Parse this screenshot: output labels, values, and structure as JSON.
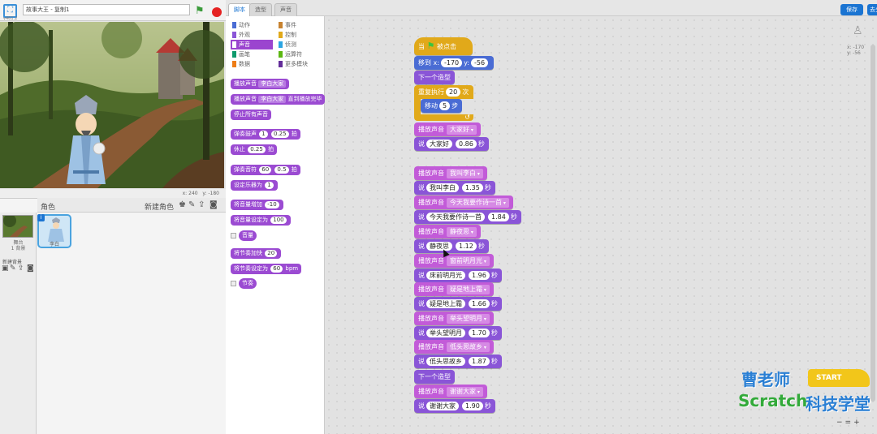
{
  "header": {
    "version": "v461.2",
    "project_title": "故事大王 - 复制1"
  },
  "tabs": [
    "脚本",
    "造型",
    "声音"
  ],
  "buttons": {
    "save": "保存",
    "share": "去分"
  },
  "stage": {
    "coords_x_label": "x:",
    "coords_x": "240",
    "coords_y_label": "y:",
    "coords_y": "-180"
  },
  "sprites": {
    "header": "角色",
    "new_sprite": "新建角色",
    "stage_label": "舞台",
    "stage_backdrops": "1 背景",
    "new_backdrop": "新建背景",
    "sprite_name": "李白"
  },
  "categories": [
    {
      "label": "动作",
      "color": "#4a6cd4"
    },
    {
      "label": "事件",
      "color": "#c88330"
    },
    {
      "label": "外观",
      "color": "#8a55d7"
    },
    {
      "label": "控制",
      "color": "#e1a91a"
    },
    {
      "label": "声音",
      "color": "#c25bd8"
    },
    {
      "label": "侦测",
      "color": "#2ca5e2"
    },
    {
      "label": "画笔",
      "color": "#0e9a6c"
    },
    {
      "label": "运算符",
      "color": "#5cb712"
    },
    {
      "label": "数据",
      "color": "#ee7d16"
    },
    {
      "label": "更多模块",
      "color": "#632d99"
    }
  ],
  "palette": {
    "play_sound": "播放声音",
    "play_sound_until": "播放声音",
    "sound_name": "李白大家",
    "until_done": "直到播放完毕",
    "stop_all": "停止所有声音",
    "play_drum": "弹奏鼓声",
    "drum": "1",
    "drum_beats": "0.25",
    "beats": "拍",
    "rest": "休止",
    "rest_beats": "0.25",
    "rest_unit": "拍",
    "play_note": "弹奏音符",
    "note": "60",
    "note_beats": "0.5",
    "note_unit": "拍",
    "set_instrument": "设定乐器为",
    "instrument": "1",
    "change_volume": "将音量增加",
    "volume_delta": "-10",
    "set_volume": "将音量设定为",
    "volume_value": "100",
    "volume_reporter": "音量",
    "change_tempo": "将节奏加快",
    "tempo_delta": "20",
    "set_tempo": "将节奏设定为",
    "tempo_value": "60",
    "tempo_unit": "bpm",
    "tempo_reporter": "节奏"
  },
  "script": {
    "hat_when": "当",
    "hat_clicked": "被点击",
    "goto_label": "移到 x:",
    "goto_x": "-170",
    "goto_y_label": "y:",
    "goto_y": "-56",
    "next_costume": "下一个造型",
    "repeat_label": "重复执行",
    "repeat_count": "20",
    "repeat_unit": "次",
    "move_label": "移动",
    "move_steps": "5",
    "move_unit": "步",
    "play_sound_label": "播放声音",
    "say_label": "说",
    "secs": "秒",
    "lines": [
      {
        "sound": "大家好",
        "text": "大家好",
        "secs": "0.86"
      },
      {
        "sound": "我叫李白",
        "text": "我叫李白",
        "secs": "1.35"
      },
      {
        "sound": "今天我要作诗一首",
        "text": "今天我要作诗一首",
        "secs": "1.84"
      },
      {
        "sound": "静夜思",
        "text": "静夜思",
        "secs": "1.12"
      },
      {
        "sound": "窗前明月光",
        "text": "床前明月光",
        "secs": "1.96"
      },
      {
        "sound": "疑是地上霜",
        "text": "疑是地上霜",
        "secs": "1.66"
      },
      {
        "sound": "举头望明月",
        "text": "举头望明月",
        "secs": "1.70"
      },
      {
        "sound": "低头思故乡",
        "text": "低头思故乡",
        "secs": "1.87"
      },
      {
        "sound": "谢谢大家",
        "text": "谢谢大家",
        "secs": "1.90"
      }
    ]
  },
  "sprite_info": {
    "x": "x: -170",
    "y": "y: -56"
  },
  "watermark": {
    "name": "曹老师",
    "brand": "Scratch",
    "suffix": "科技学堂",
    "badge": "START"
  },
  "zoom": {
    "out": "−",
    "reset": "=",
    "in": "+"
  }
}
